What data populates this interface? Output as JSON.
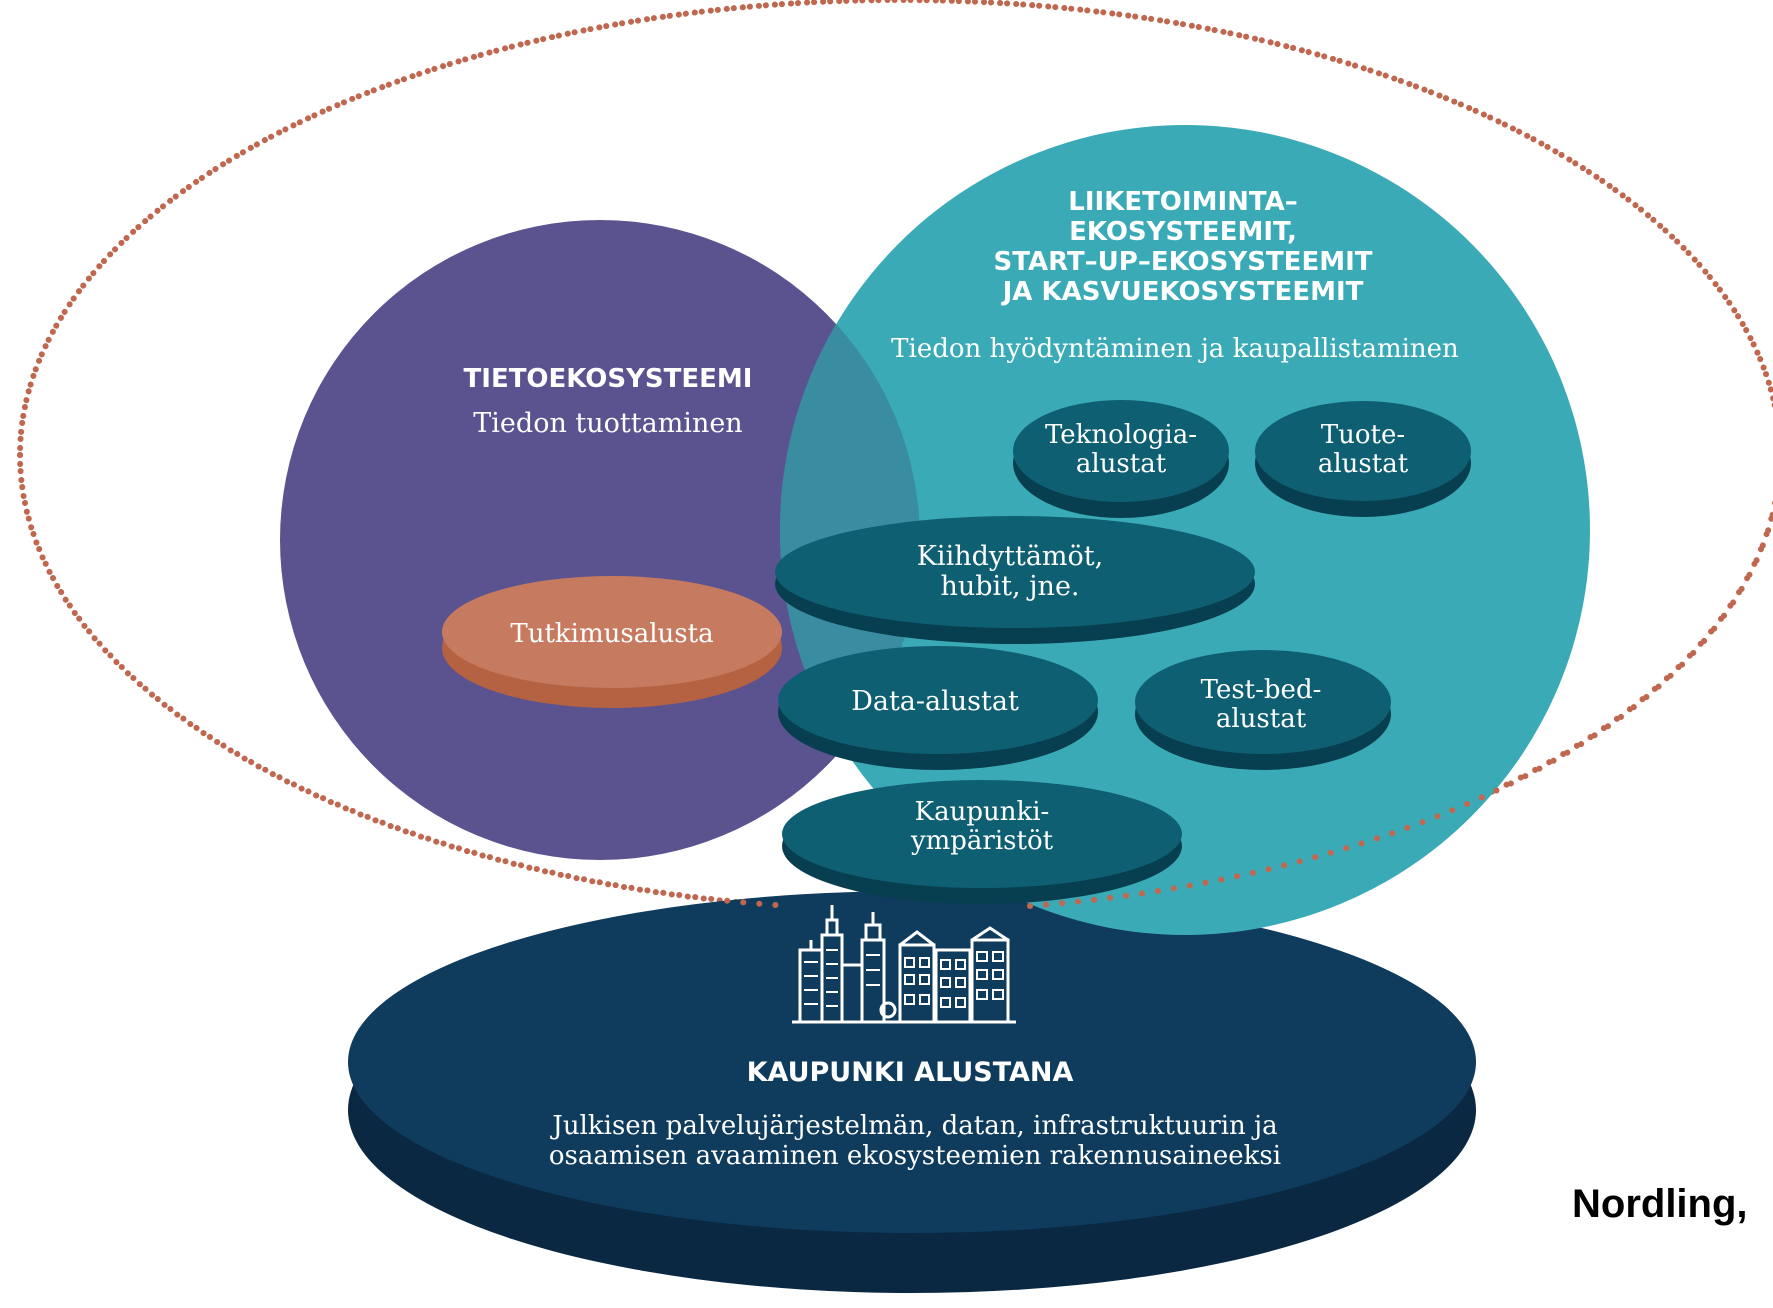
{
  "colors": {
    "outer_dots": "#c0674f",
    "tieto_circle": "#5b5390",
    "liiketoiminta_circle": "#3aabb6",
    "overlap": "#3a8da0",
    "platform_top": "#0f5f72",
    "platform_side": "#083f50",
    "tutkimus_top": "#c67b61",
    "tutkimus_side": "#b56243",
    "kaupunki_top": "#0f3b5d",
    "kaupunki_side": "#0a2842"
  },
  "tietoekosysteemi": {
    "title": "TIETOEKOSYSTEEMI",
    "subtitle": "Tiedon tuottaminen"
  },
  "liiketoiminta": {
    "title_lines": [
      "LIIKETOIMINTA–",
      "EKOSYSTEEMIT,",
      "START–UP–EKOSYSTEEMIT",
      "JA KASVUEKOSYSTEEMIT"
    ],
    "subtitle": "Tiedon hyödyntäminen ja kaupallistaminen"
  },
  "platforms": {
    "tutkimusalusta": [
      "Tutkimusalusta"
    ],
    "teknologia": [
      "Teknologia-",
      "alustat"
    ],
    "tuote": [
      "Tuote-",
      "alustat"
    ],
    "kiihdyttamot": [
      "Kiihdyttämöt,",
      "hubit, jne."
    ],
    "data": [
      "Data-alustat"
    ],
    "testbed": [
      "Test-bed-",
      "alustat"
    ],
    "kaupunkiymparistot": [
      "Kaupunki-",
      "ympäristöt"
    ]
  },
  "kaupunki": {
    "title": "KAUPUNKI ALUSTANA",
    "desc_lines": [
      "Julkisen palvelujärjestelmän, datan, infrastruktuurin ja",
      "osaamisen avaaminen ekosysteemien rakennusaineeksi"
    ],
    "icon": "city-skyline-icon"
  },
  "credit": "Nordling,"
}
